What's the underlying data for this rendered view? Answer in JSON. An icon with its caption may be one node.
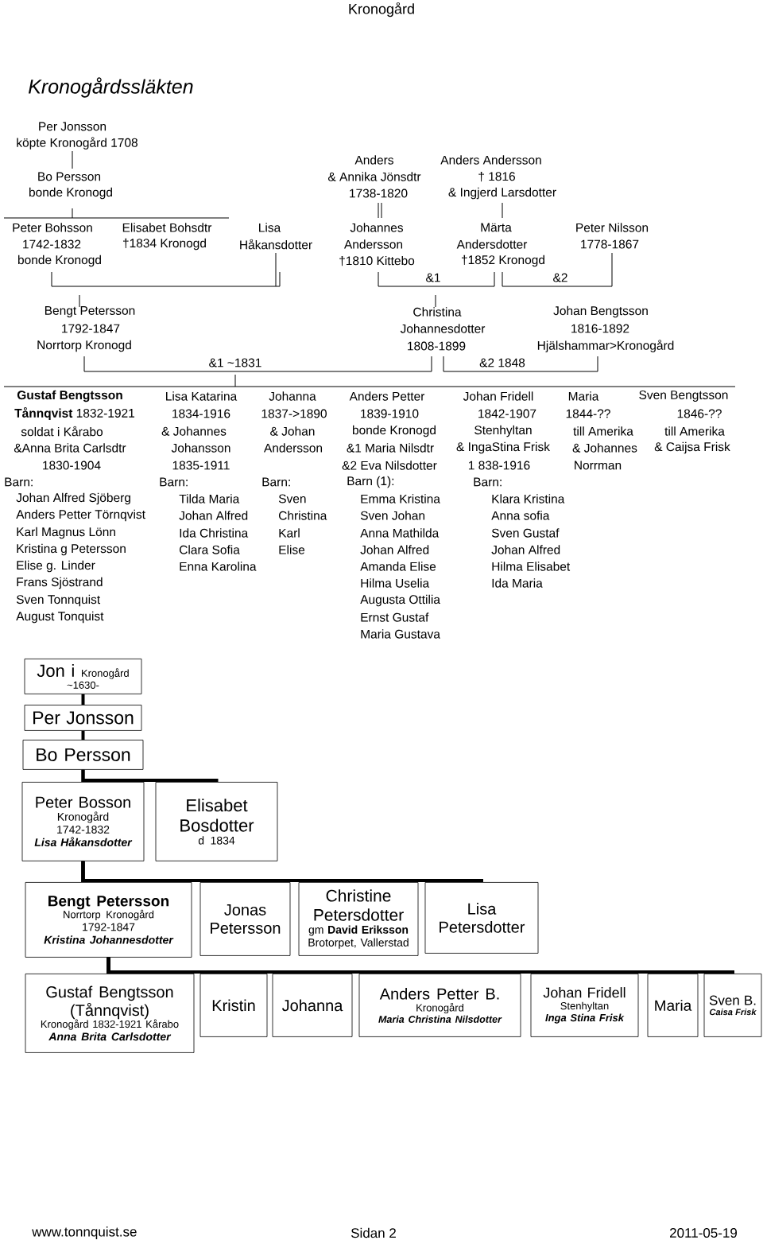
{
  "diagram": {
    "title": "Kronogårdssläkten",
    "nodes": [
      {
        "text": [
          "Jon i",
          "Kronogård",
          "~1630-"
        ]
      },
      {
        "text": [
          "Per Jonsson"
        ]
      },
      {
        "text": [
          "Bo Persson"
        ]
      },
      {
        "text": [
          "Peter Bosson",
          "Kronogård",
          "1742-1832",
          "Lisa Håkansdotter"
        ]
      },
      {
        "text": [
          "Elisabet Bosdotter",
          "d 1834"
        ]
      },
      {
        "text": [
          "Bengt Petersson",
          "Norrtorp Kronogård",
          "1792-1847",
          "Kristina Johannesdotter"
        ]
      },
      {
        "text": [
          "Jonas Petersson"
        ]
      },
      {
        "text": [
          "Christine Petersdotter",
          "gm **David Eriksson**",
          "Brotorpet, Vallerstad"
        ]
      },
      {
        "text": [
          "Lisa Petersdotter"
        ]
      },
      {
        "text": [
          "Gustaf Bengtsson (Tånnqvist)",
          "Kronogård 1832-1921 Kårabo",
          "Anna Brita Carlsdotter"
        ]
      },
      {
        "text": [
          "Kristin"
        ]
      },
      {
        "text": [
          "Johanna"
        ]
      },
      {
        "text": [
          "Anders Petter B.",
          "Kronogård",
          "Maria Christina Nilsdotter"
        ]
      },
      {
        "text": [
          "Johan Fridell",
          "Stenhyltan",
          "Inga Stina Frisk"
        ]
      },
      {
        "text": [
          "Maria"
        ]
      },
      {
        "text": [
          "Sven B.",
          "Caisa Frisk"
        ]
      }
    ],
    "edges": [
      {
        "from": 0,
        "to": 1,
        "arrow": "none"
      },
      {
        "from": 1,
        "to": 2,
        "arrow": "none"
      },
      {
        "from": 2,
        "to": 3,
        "arrow": "none"
      },
      {
        "from": 2,
        "to": 4,
        "arrow": "none"
      },
      {
        "from": 3,
        "to": 5,
        "arrow": "none"
      },
      {
        "from": 3,
        "to": 6,
        "arrow": "none"
      },
      {
        "from": 3,
        "to": 7,
        "arrow": "none"
      },
      {
        "from": 3,
        "to": 8,
        "arrow": "none"
      },
      {
        "from": 5,
        "to": 9,
        "arrow": "none"
      },
      {
        "from": 5,
        "to": 10,
        "arrow": "none"
      },
      {
        "from": 5,
        "to": 11,
        "arrow": "none"
      },
      {
        "from": 5,
        "to": 12,
        "arrow": "none"
      },
      {
        "from": 5,
        "to": 13,
        "arrow": "none"
      },
      {
        "from": 5,
        "to": 14,
        "arrow": "none"
      },
      {
        "from": 5,
        "to": 15,
        "arrow": "none"
      }
    ],
    "labels": [
      "Kronogård",
      "Per Jonsson",
      "köpte Kronogård 1708",
      "Anders",
      "Anders Andersson",
      "Bo Persson",
      "& Annika Jönsdtr",
      "† 1816",
      "bonde Kronogd",
      "1738-1820",
      "& Ingjerd Larsdotter",
      "Peter Bohsson",
      "Elisabet Bohsdtr",
      "Lisa",
      "Johannes",
      "Märta",
      "Peter Nilsson",
      "1742-1832",
      "†1834 Kronogd",
      "Håkansdotter",
      "Andersson",
      "Andersdotter",
      "1778-1867",
      "bonde Kronogd",
      "†1810 Kittebo",
      "†1852 Kronogd",
      "&1",
      "&2",
      "Bengt Petersson",
      "Christina",
      "Johan Bengtsson",
      "1792-1847",
      "Johannesdotter",
      "1816-1892",
      "Norrtorp Kronogd",
      "1808-1899",
      "Hjälshammar>Kronogård",
      "&1 ~1831",
      "&2 1848",
      "Gustaf Bengtsson",
      "Lisa Katarina",
      "Johanna",
      "Anders Petter",
      "Johan Fridell",
      "Maria",
      "Sven Bengtsson",
      "**Tånnqvist** 1832-1921",
      "1834-1916",
      "1837->1890",
      "1839-1910",
      "1842-1907",
      "1844-??",
      "1846-??",
      "soldat i Kårabo",
      "& Johannes",
      "& Johan",
      "bonde Kronogd",
      "Stenhyltan",
      "till Amerika",
      "till Amerika",
      "&Anna Brita Carlsdtr",
      "Johansson",
      "Andersson",
      "&1 Maria Nilsdtr",
      "& IngaStina Frisk",
      "& Johannes",
      "& Caijsa Frisk",
      "1830-1904",
      "1835-1911",
      "&2 Eva Nilsdotter",
      "1 838-1916",
      "Norrman",
      "Barn:",
      "Barn:",
      "Barn:",
      "Barn (1):",
      "Barn:",
      "Johan Alfred Sjöberg",
      "Tilda Maria",
      "Sven",
      "Emma Kristina",
      "Klara Kristina",
      "Anders Petter Törnqvist",
      "Johan Alfred",
      "Christina",
      "Sven Johan",
      "Anna sofia",
      "Karl Magnus Lönn",
      "Ida Christina",
      "Karl",
      "Anna Mathilda",
      "Sven Gustaf",
      "Kristina g Petersson",
      "Clara Sofia",
      "Elise",
      "Johan Alfred",
      "Johan Alfred",
      "Elise g. Linder",
      "Enna Karolina",
      "Amanda Elise",
      "Hilma Elisabet",
      "Frans Sjöstrand",
      "Hilma Uselia",
      "Ida Maria",
      "Sven Tonnquist",
      "Augusta Ottilia",
      "August Tonquist",
      "Ernst Gustaf",
      "Maria Gustava",
      "www.tonnquist.se",
      "Sidan 2",
      "2011-05-19"
    ]
  }
}
